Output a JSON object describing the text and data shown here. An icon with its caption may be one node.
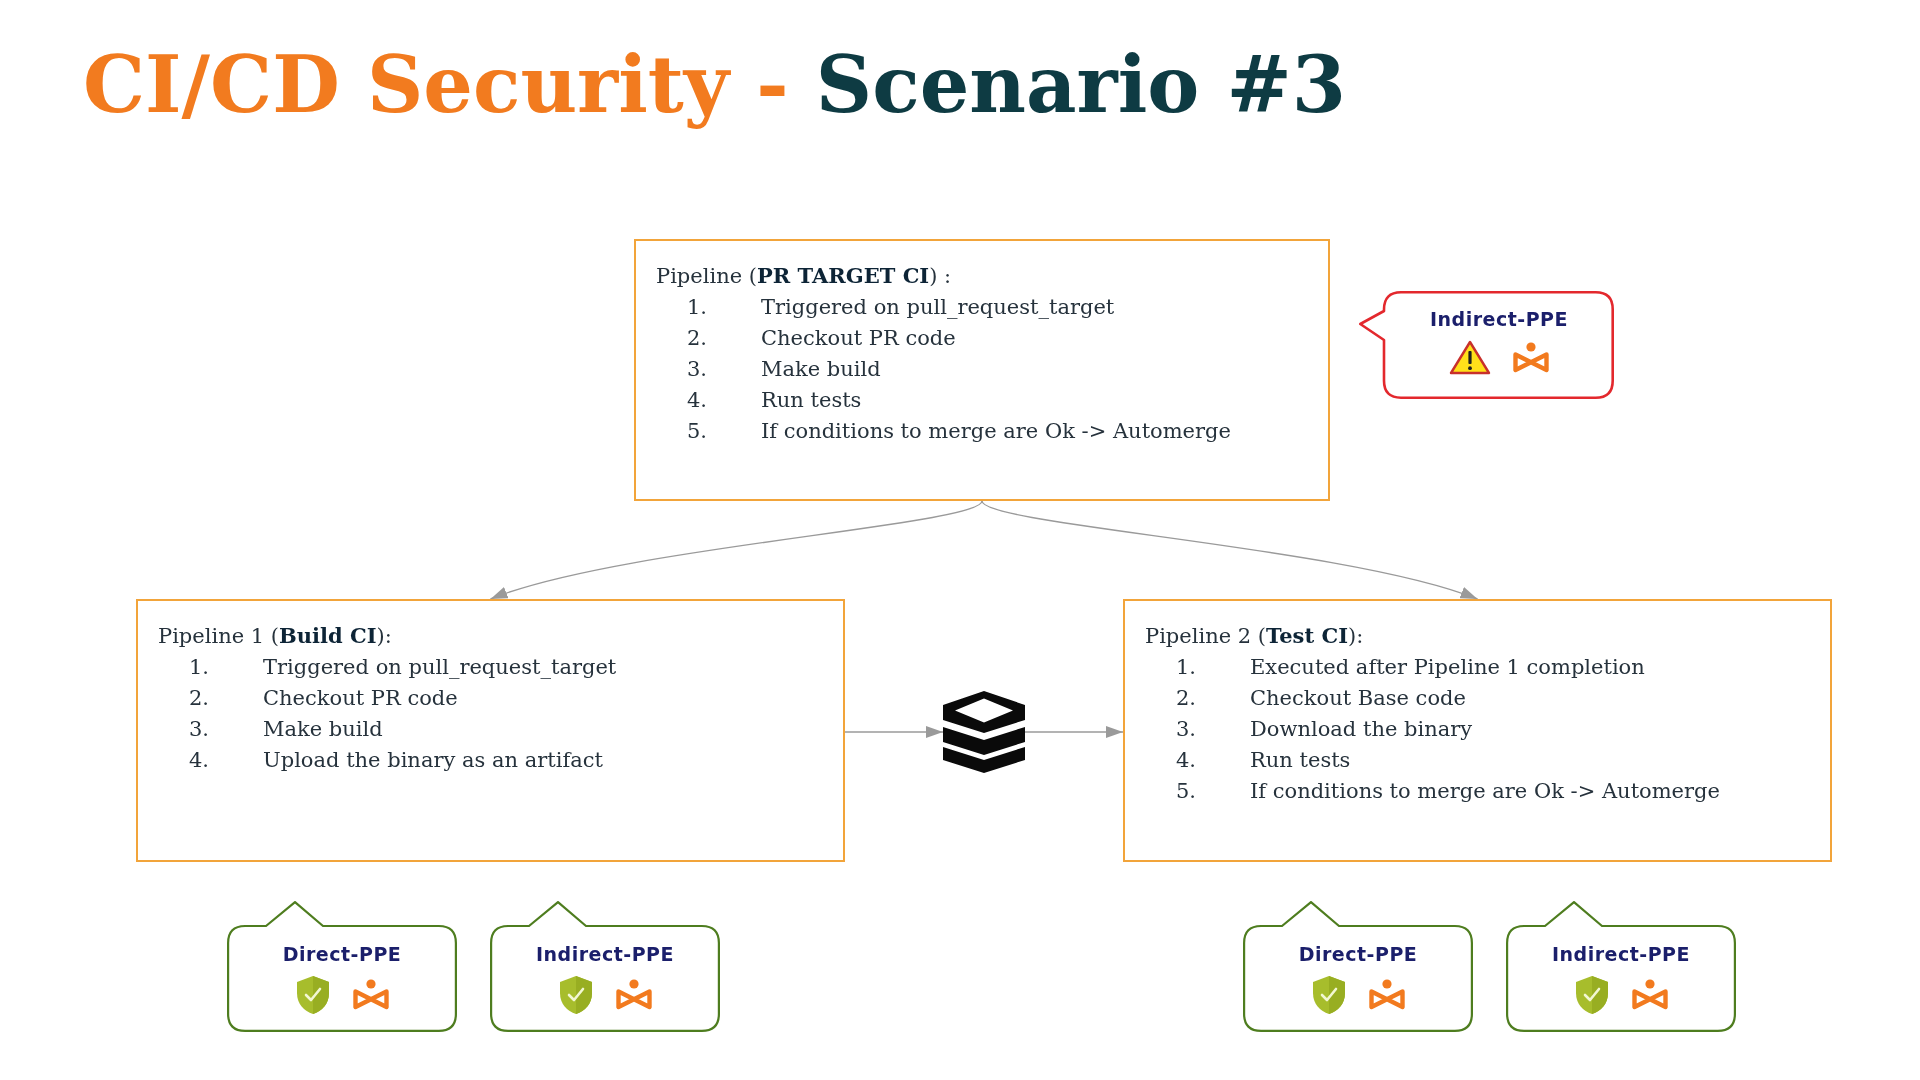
{
  "diagram": {
    "title": "CI/CD Security - *Scenario #3*",
    "nodes": [
      {
        "text": [
          "Pipeline (**PR TARGET CI**) :",
          "1.",
          "Triggered on pull_request_target",
          "2.",
          "Checkout PR code",
          "3.",
          "Make build",
          "4.",
          "Run tests",
          "5.",
          "If conditions to merge are Ok -> Automerge"
        ]
      },
      {
        "text": [
          "Indirect-PPE"
        ]
      },
      {
        "text": [
          "Pipeline 1 (**Build CI**):",
          "1.",
          "Triggered on pull_request_target",
          "2.",
          "Checkout PR code",
          "3.",
          "Make build",
          "4.",
          "Upload the binary as an artifact"
        ]
      },
      {
        "text": [],
        "shape": "picture"
      },
      {
        "text": [
          "Pipeline 2 (**Test CI**):",
          "1.",
          "Executed after Pipeline 1 completion",
          "2.",
          "Checkout Base code",
          "3.",
          "Download the binary",
          "4.",
          "Run tests",
          "5.",
          "If conditions to merge are Ok -> Automerge"
        ]
      },
      {
        "text": [
          "Direct-PPE"
        ]
      },
      {
        "text": [
          "Indirect-PPE"
        ]
      },
      {
        "text": [
          "Direct-PPE"
        ]
      },
      {
        "text": [
          "Indirect-PPE"
        ]
      }
    ],
    "edges": [
      {
        "from": 0,
        "to": 2,
        "arrow": "to"
      },
      {
        "from": 0,
        "to": 4,
        "arrow": "to"
      },
      {
        "from": 2,
        "to": 3,
        "arrow": "to"
      },
      {
        "from": 3,
        "to": 4,
        "arrow": "to"
      }
    ]
  }
}
